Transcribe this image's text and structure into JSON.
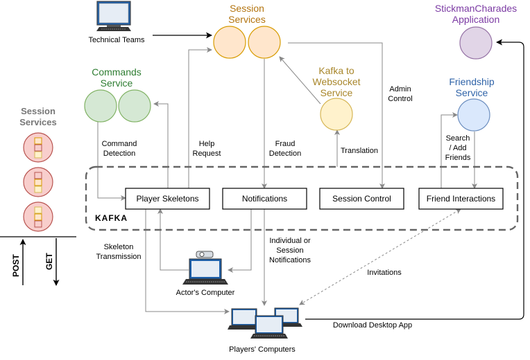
{
  "nodes": {
    "technical_teams": "Technical Teams",
    "session_services_top": [
      "Session",
      "Services"
    ],
    "stickman_app": [
      "StickmanCharades",
      "Application"
    ],
    "commands_service": [
      "Commands",
      "Service"
    ],
    "kafka_ws": [
      "Kafka to",
      "Websocket",
      "Service"
    ],
    "friendship_service": [
      "Friendship",
      "Service"
    ],
    "session_services_legend": [
      "Session",
      "Services"
    ],
    "actors_computer": "Actor's Computer",
    "players_computers": "Players' Computers"
  },
  "kafka": {
    "label": "KAFKA",
    "topics": [
      "Player Skeletons",
      "Notifications",
      "Session Control",
      "Friend Interactions"
    ]
  },
  "edges": {
    "command_detection": [
      "Command",
      "Detection"
    ],
    "help_request": [
      "Help",
      "Request"
    ],
    "fraud_detection": [
      "Fraud",
      "Detection"
    ],
    "translation": "Translation",
    "admin_control": [
      "Admin",
      "Control"
    ],
    "search_add_friends": [
      "Search",
      "/ Add",
      "Friends"
    ],
    "skeleton_transmission": [
      "Skeleton",
      "Transmission"
    ],
    "individual_notifications": [
      "Individual or",
      "Session",
      "Notifications"
    ],
    "invitations": "Invitations",
    "download_app": "Download Desktop App"
  },
  "legend": {
    "post": "POST",
    "get": "GET"
  },
  "colors": {
    "orange_fill": "#ffe6cc",
    "orange_stroke": "#d79b00",
    "green_fill": "#d5e8d4",
    "green_stroke": "#82b366",
    "gold_fill": "#fff2cc",
    "gold_stroke": "#d6b656",
    "blue_fill": "#dae8fc",
    "blue_stroke": "#6c8ebf",
    "purple_fill": "#e1d5e7",
    "purple_stroke": "#9673a6",
    "red_fill": "#f8cecc",
    "red_stroke": "#b85450"
  }
}
